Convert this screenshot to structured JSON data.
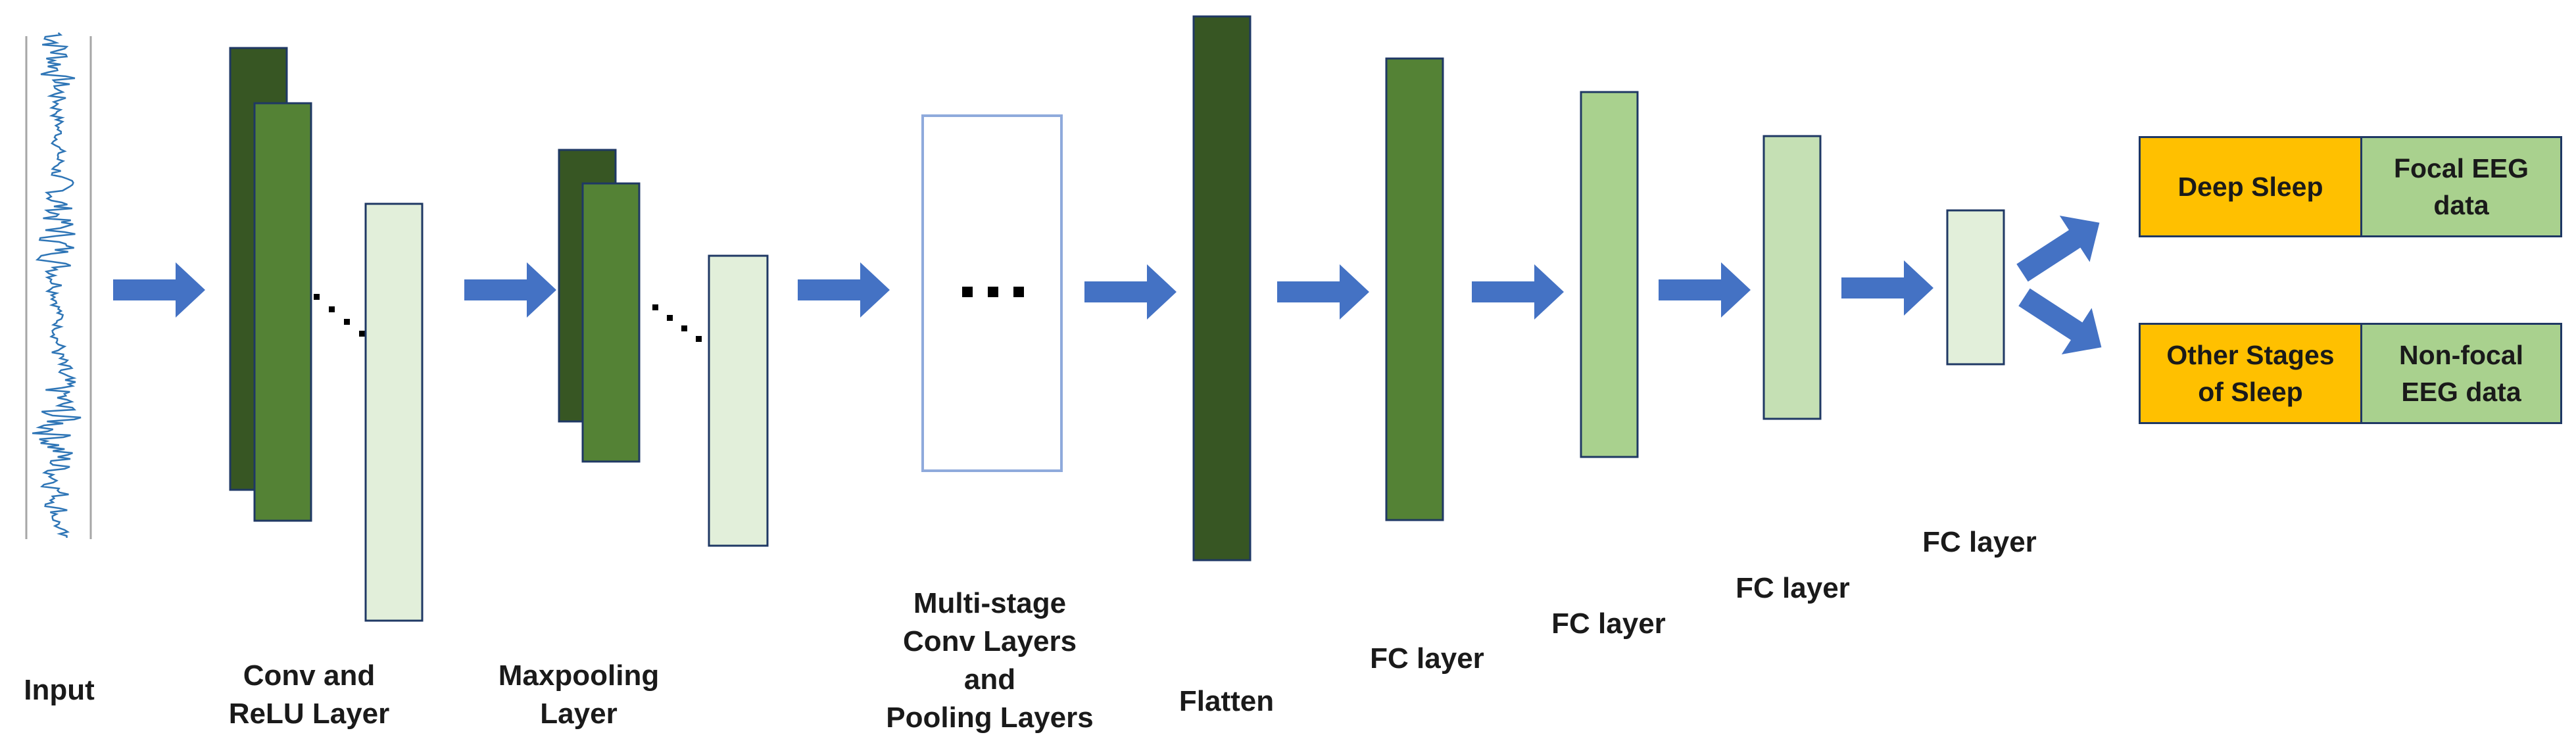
{
  "labels": {
    "input": "Input",
    "conv": [
      "Conv and",
      "ReLU Layer"
    ],
    "maxpool": [
      "Maxpooling",
      "Layer"
    ],
    "multistage": [
      "Multi-stage",
      "Conv Layers",
      "and",
      "Pooling Layers"
    ],
    "flatten": "Flatten",
    "fc1": "FC layer",
    "fc2": "FC layer",
    "fc3": "FC layer",
    "fc4": "FC layer"
  },
  "outputs": {
    "top": {
      "class": "Deep Sleep",
      "data": [
        "Focal EEG",
        "data"
      ]
    },
    "bottom": {
      "class": [
        "Other Stages",
        "of Sleep"
      ],
      "data": [
        "Non-focal",
        "EEG data"
      ]
    }
  },
  "colors": {
    "arrow": "#4472c4",
    "dark_green": "#375623",
    "mid_green": "#548235",
    "light_green": "#a9d18e",
    "pale_green": "#c5e0b4",
    "palest_green": "#e2efda",
    "signal": "#2e75b6",
    "class_box": "#ffc000",
    "data_box": "#a9d18e"
  }
}
